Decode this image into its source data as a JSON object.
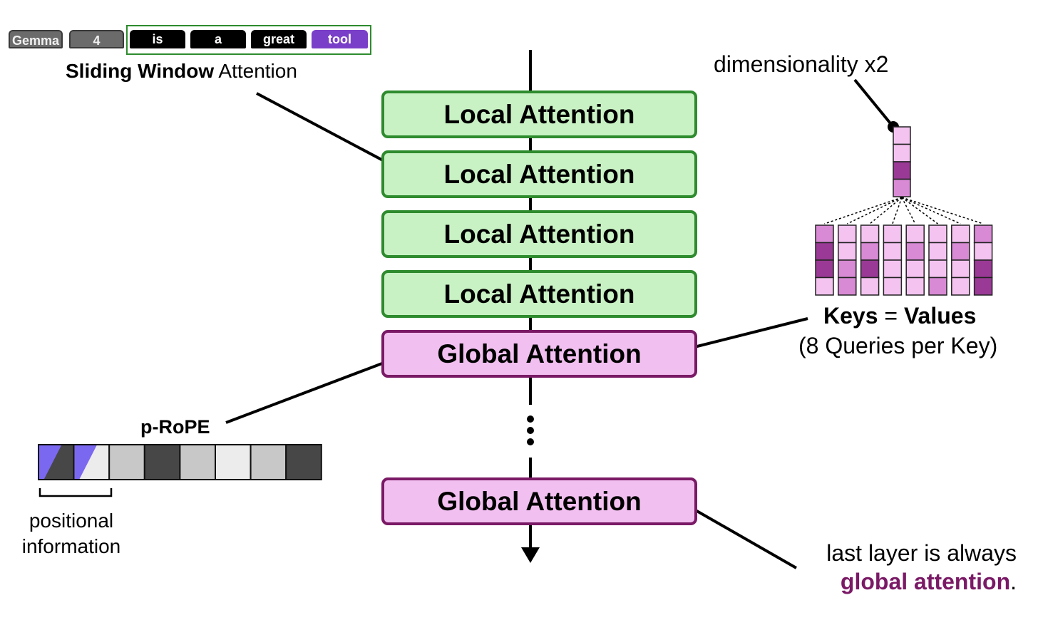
{
  "tokens": [
    {
      "text": "Gemma",
      "style": "grey"
    },
    {
      "text": "4",
      "style": "grey"
    },
    {
      "text": "is",
      "style": "black"
    },
    {
      "text": "a",
      "style": "black"
    },
    {
      "text": "great",
      "style": "black"
    },
    {
      "text": "tool",
      "style": "purple"
    }
  ],
  "sliding_window": {
    "bold": "Sliding Window",
    "regular": "Attention"
  },
  "layers": [
    {
      "label": "Local Attention",
      "type": "local"
    },
    {
      "label": "Local Attention",
      "type": "local"
    },
    {
      "label": "Local Attention",
      "type": "local"
    },
    {
      "label": "Local Attention",
      "type": "local"
    },
    {
      "label": "Global Attention",
      "type": "global"
    },
    {
      "label": "Global Attention",
      "type": "global"
    }
  ],
  "dimensionality_label": "dimensionality x2",
  "kv": {
    "bold_keys": "Keys",
    "equals": "=",
    "bold_values": "Values",
    "sub": "(8 Queries per Key)",
    "vector_levels": [
      0,
      0,
      2,
      1
    ],
    "grid_levels": [
      [
        1,
        2,
        2,
        0
      ],
      [
        0,
        0,
        1,
        1
      ],
      [
        0,
        1,
        2,
        0
      ],
      [
        0,
        0,
        0,
        0
      ],
      [
        0,
        1,
        0,
        0
      ],
      [
        0,
        0,
        0,
        1
      ],
      [
        0,
        1,
        0,
        0
      ],
      [
        1,
        0,
        2,
        2
      ]
    ]
  },
  "prope": {
    "label": "p-RoPE",
    "cells": [
      "dark",
      "light",
      "mid",
      "dark",
      "mid",
      "light",
      "mid",
      "dark"
    ],
    "rotated_cells": 2,
    "positional_label_line1": "positional",
    "positional_label_line2": "information"
  },
  "last_layer": {
    "line1": "last layer is always",
    "highlight": "global attention",
    "suffix": "."
  },
  "colors": {
    "local_fill": "#c9f2c4",
    "local_border": "#2e8b2e",
    "global_fill": "#f2c0f0",
    "global_border": "#7a1a66",
    "highlight_text": "#7a1a66",
    "rope_blue": "#7b68f0",
    "pink_levels": [
      "#f4c3f0",
      "#d88ad4",
      "#9a3a96"
    ],
    "grey_levels": {
      "dark": "#474747",
      "mid": "#c8c8c8",
      "light": "#ececec"
    }
  }
}
